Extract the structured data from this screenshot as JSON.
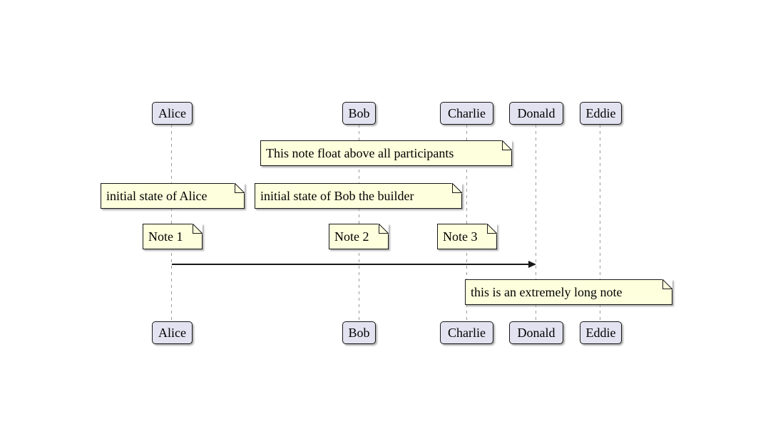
{
  "diagram": {
    "type": "sequence-diagram",
    "participants": [
      {
        "label": "Alice"
      },
      {
        "label": "Bob"
      },
      {
        "label": "Charlie"
      },
      {
        "label": "Donald"
      },
      {
        "label": "Eddie"
      }
    ],
    "notes": {
      "floating": {
        "text": "This note float above all participants"
      },
      "alice_state": {
        "text": "initial state of Alice"
      },
      "bob_state": {
        "text": "initial state of Bob the builder"
      },
      "note1": {
        "text": "Note 1"
      },
      "note2": {
        "text": "Note 2"
      },
      "note3": {
        "text": "Note 3"
      },
      "long_note": {
        "text": "this is an extremely long note"
      }
    },
    "messages": [
      {
        "from": "Alice",
        "to": "Donald"
      }
    ],
    "colors": {
      "participant_fill": "#E2E2F0",
      "participant_border": "#181818",
      "note_fill": "#FEFFDD",
      "note_border": "#181818",
      "lifeline": "#999999",
      "arrow": "#181818",
      "text": "#000000",
      "background": "#FFFFFF"
    }
  }
}
